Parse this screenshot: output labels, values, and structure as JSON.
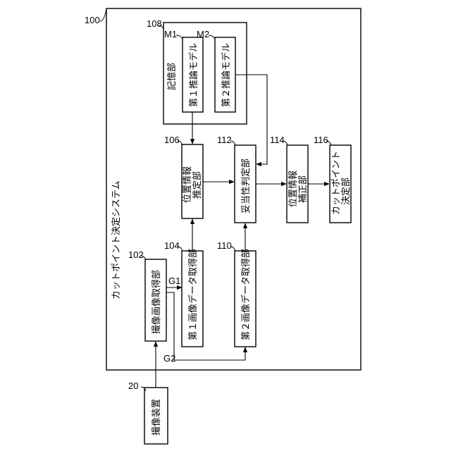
{
  "system": {
    "ref": "100",
    "label": "カットポイント決定システム"
  },
  "blocks": {
    "capture_device": {
      "ref": "20",
      "label": "撮像装置"
    },
    "capture_image_acquirer": {
      "ref": "102",
      "label": "撮像画像取得部"
    },
    "first_image_data_acquirer": {
      "ref": "104",
      "label": "第１画像データ取得部"
    },
    "position_estimator": {
      "ref": "106",
      "label_line1": "位置情報",
      "label_line2": "推定部"
    },
    "storage": {
      "ref": "108",
      "label": "記憶部"
    },
    "first_model": {
      "ref": "M1",
      "label": "第１推論モデル"
    },
    "second_model": {
      "ref": "M2",
      "label": "第２推論モデル"
    },
    "second_image_data_acquirer": {
      "ref": "110",
      "label": "第２画像データ取得部"
    },
    "validity_judge": {
      "ref": "112",
      "label": "妥当性判定部"
    },
    "position_corrector": {
      "ref": "114",
      "label_line1": "位置情報",
      "label_line2": "補正部"
    },
    "cut_point_decider": {
      "ref": "116",
      "label_line1": "カットポイント",
      "label_line2": "決定部"
    }
  },
  "signals": {
    "g1": "G1",
    "g2": "G2"
  }
}
